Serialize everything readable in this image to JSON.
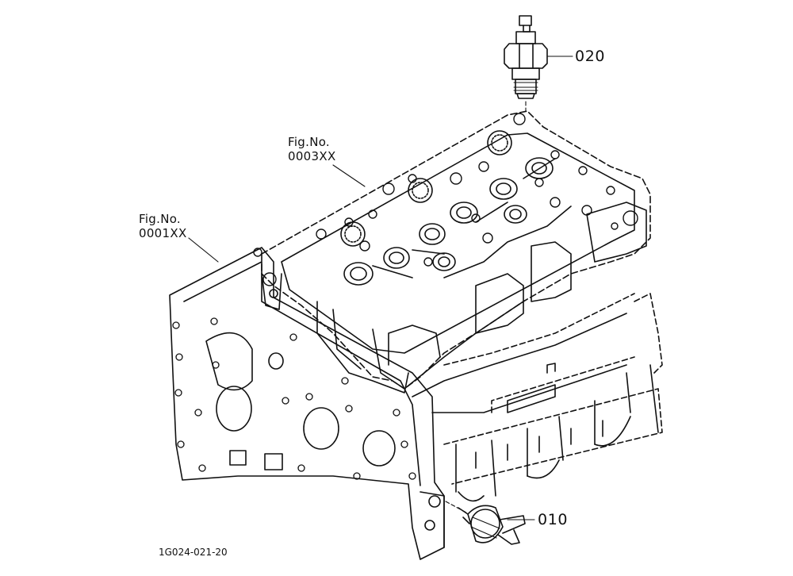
{
  "figure_refs": [
    {
      "line1": "Fig.No.",
      "line2": "0003XX"
    },
    {
      "line1": "Fig.No.",
      "line2": "0001XX"
    }
  ],
  "callouts": {
    "top_part": "020",
    "bottom_part": "010"
  },
  "drawing_code": "1G024-021-20",
  "colors": {
    "ink": "#111111",
    "paper": "#ffffff"
  }
}
